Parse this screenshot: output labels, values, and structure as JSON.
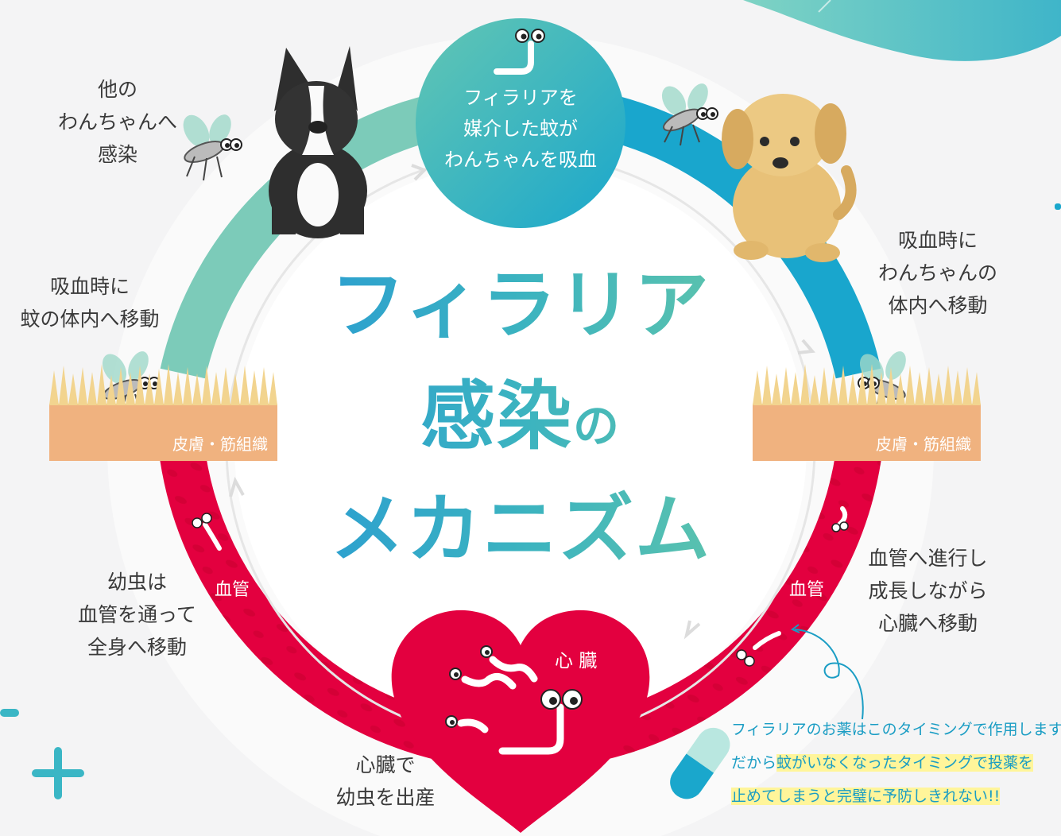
{
  "title": {
    "line1": "フィラリア",
    "line2_main": "感染",
    "line2_small": "の",
    "line3": "メカニズム"
  },
  "top_circle": {
    "line1": "フィラリアを",
    "line2": "媒介した蚊が",
    "line3": "わんちゃんを吸血"
  },
  "steps": {
    "infect_other": {
      "line1": "他の",
      "line2": "わんちゃんへ",
      "line3": "感染"
    },
    "into_mosquito": {
      "line1": "吸血時に",
      "line2": "蚊の体内へ移動"
    },
    "into_dog": {
      "line1": "吸血時に",
      "line2": "わんちゃんの",
      "line3": "体内へ移動"
    },
    "to_heart": {
      "line1": "血管へ進行し",
      "line2": "成長しながら",
      "line3": "心臓へ移動"
    },
    "spread": {
      "line1": "幼虫は",
      "line2": "血管を通って",
      "line3": "全身へ移動"
    },
    "birth": {
      "line1": "心臓で",
      "line2": "幼虫を出産"
    }
  },
  "tissue_left": "皮膚・筋組織",
  "tissue_right": "皮膚・筋組織",
  "vessel_left": "血管",
  "vessel_right": "血管",
  "heart_label": "心 臓",
  "note": {
    "line1": "フィラリアのお薬はこのタイミングで作用します。",
    "line2_pre": "だから",
    "line2_hl": "蚊がいなくなったタイミングで投薬を",
    "line3_hl": "止めてしまうと完璧に予防しきれない!!"
  },
  "colors": {
    "teal": "#4fbfb0",
    "blue": "#19a6cd",
    "red": "#e3003f",
    "tissue": "#f0b27f",
    "note": "#1a9dc4",
    "highlight": "#fff59a"
  },
  "icons": [
    "mosquito-icon",
    "dog-boston-terrier",
    "dog-puppy",
    "filaria-worm-icon",
    "heart-icon",
    "capsule-icon",
    "plus-icon"
  ]
}
